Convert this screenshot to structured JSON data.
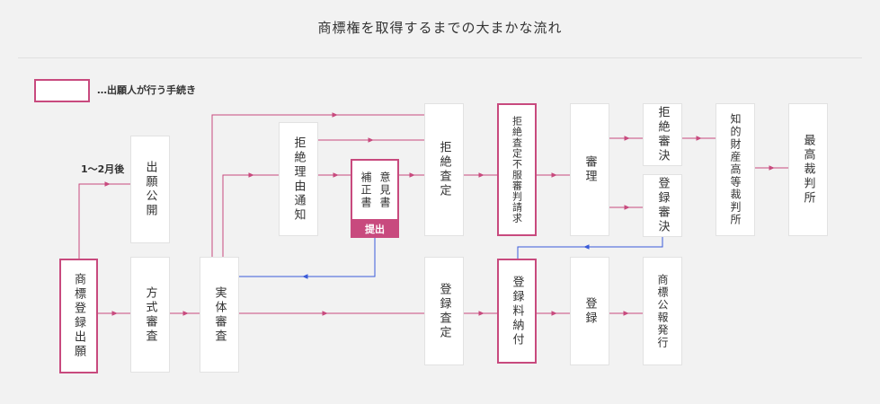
{
  "title": "商標権を取得するまでの大まかな流れ",
  "legend": {
    "text": "…出願人が行う手続き"
  },
  "timing_label": "1〜2月後",
  "submit_label": "提出",
  "steps": {
    "application": "商標登録出願",
    "publication": "出願公開",
    "formal_exam": "方式審査",
    "substantive_exam": "実体審査",
    "refusal_notice": "拒絶理由通知",
    "opinion": "意見書",
    "amendment": "補正書",
    "refusal_decision": "拒絶査定",
    "appeal": "拒絶査定不服審判請求",
    "trial": "審理",
    "refusal_trial_decision": "拒絶審決",
    "registration_trial_decision": "登録審決",
    "ip_high_court": "知的財産高等裁判所",
    "supreme_court": "最高裁判所",
    "registration_decision": "登録査定",
    "fee_payment": "登録料納付",
    "registration": "登録",
    "gazette": "商標公報発行"
  },
  "colors": {
    "accent": "#c84a7e",
    "return_arrow": "#3a5bd9",
    "background": "#f2f2f2"
  }
}
